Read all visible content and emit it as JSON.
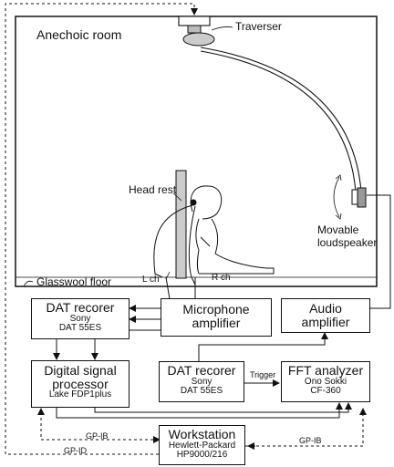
{
  "room": {
    "title": "Anechoic room",
    "traverser": "Traverser",
    "head_rest": "Head rest",
    "glasswool": "Glasswool floor",
    "l_ch": "L ch",
    "r_ch": "R ch",
    "loudspeaker_line1": "Movable",
    "loudspeaker_line2": "loudspeaker"
  },
  "boxes": {
    "dat1": {
      "line1": "DAT recorer",
      "line2": "Sony",
      "line3": "DAT 55ES"
    },
    "mic": {
      "line1": "Microphone",
      "line2": "amplifier"
    },
    "audio": {
      "line1": "Audio",
      "line2": "amplifier"
    },
    "dsp": {
      "line1": "Digital signal",
      "line2": "processor",
      "line3": "Lake FDP1plus"
    },
    "dat2": {
      "line1": "DAT recorer",
      "line2": "Sony",
      "line3": "DAT 55ES"
    },
    "fft": {
      "line1": "FFT analyzer",
      "line2": "Ono Sokki",
      "line3": "CF-360"
    },
    "ws": {
      "line1": "Workstation",
      "line2": "Hewlett-Packard",
      "line3": "HP9000/216"
    }
  },
  "labels": {
    "trigger": "Trigger",
    "gpib_left": "GP-IB",
    "gpib_right": "GP-IB",
    "gpid": "GP-ID"
  }
}
